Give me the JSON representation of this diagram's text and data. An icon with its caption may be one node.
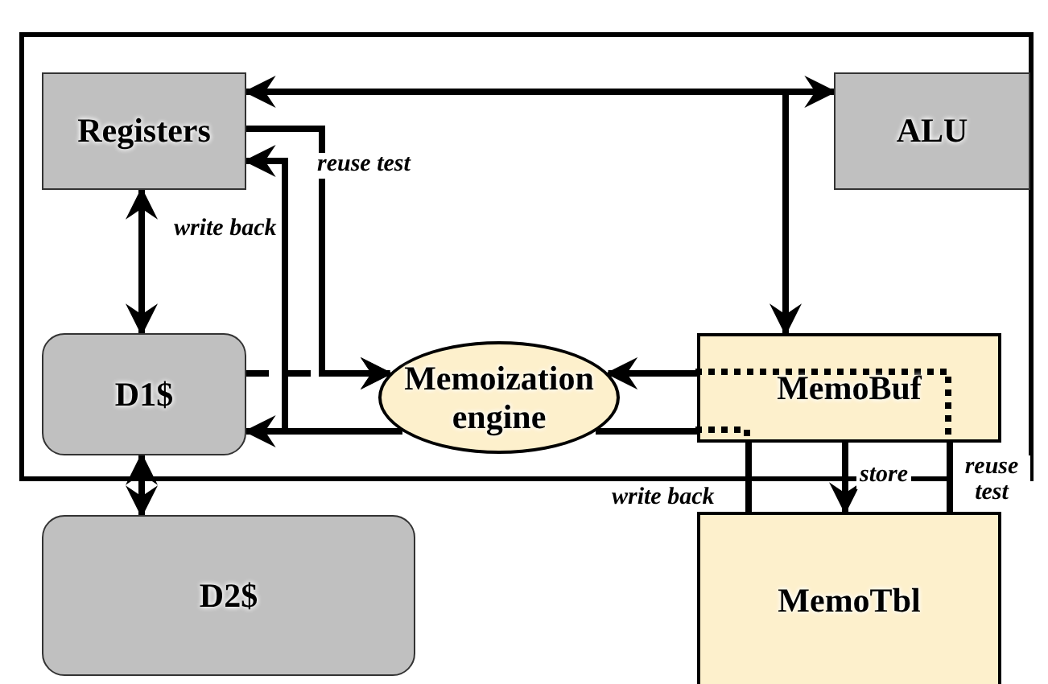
{
  "diagram": {
    "nodes": [
      {
        "text": [],
        "shape": "box"
      },
      {
        "text": [
          "Registers"
        ],
        "in": 0
      },
      {
        "text": [
          "ALU"
        ],
        "in": 0
      },
      {
        "text": [
          "D1$"
        ],
        "in": 0
      },
      {
        "text": [
          "Memoization engine"
        ],
        "in": 0
      },
      {
        "text": [
          "MemoBuf"
        ],
        "in": 0
      },
      {
        "text": [
          "D2$"
        ]
      },
      {
        "text": [
          "MemoTbl"
        ]
      }
    ],
    "edges": [
      {
        "from": 1,
        "to": 2,
        "arrow": "both"
      },
      {
        "from": 2,
        "to": 5,
        "arrow": "to"
      },
      {
        "from": 1,
        "to": 3,
        "arrow": "both"
      },
      {
        "from": 3,
        "to": 6,
        "arrow": "both"
      },
      {
        "from": 1,
        "to": 4,
        "arrow": "to",
        "label": "reuse test"
      },
      {
        "from": 3,
        "to": 4,
        "arrow": "to",
        "style": "dashed"
      },
      {
        "from": 4,
        "to": 1,
        "arrow": "to",
        "label": "write back"
      },
      {
        "from": 4,
        "to": 3,
        "arrow": "to"
      },
      {
        "from": 5,
        "to": 4,
        "arrow": "to"
      },
      {
        "from": 4,
        "to": 5,
        "arrow": "none"
      },
      {
        "from": 5,
        "to": 7,
        "arrow": "none",
        "label": "write back"
      },
      {
        "from": 5,
        "to": 7,
        "arrow": "to",
        "label": "store"
      },
      {
        "from": 7,
        "to": 5,
        "arrow": "none",
        "label": "reuse test"
      }
    ]
  }
}
